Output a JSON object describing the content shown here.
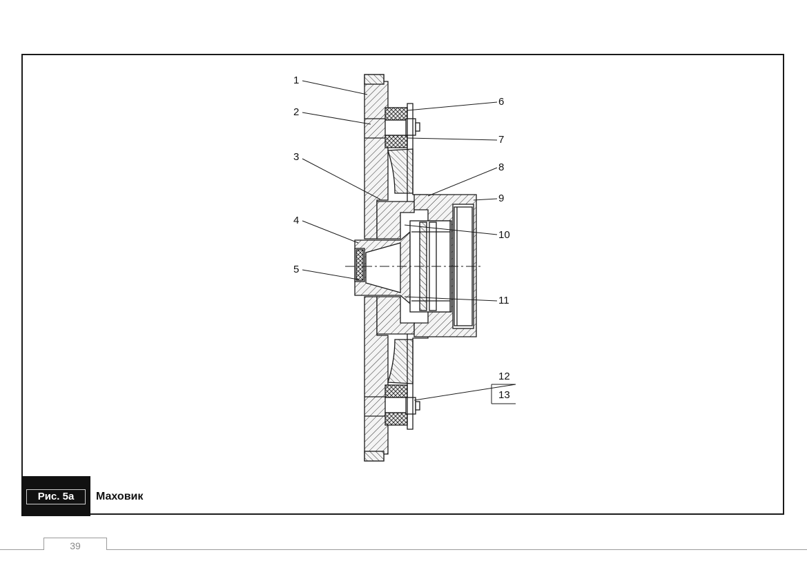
{
  "figure": {
    "caption_tag": "Рис. 5а",
    "caption_title": "Маховик"
  },
  "callouts": [
    "1",
    "2",
    "3",
    "4",
    "5",
    "6",
    "7",
    "8",
    "9",
    "10",
    "11",
    "12",
    "13"
  ],
  "page": {
    "number": "39"
  }
}
